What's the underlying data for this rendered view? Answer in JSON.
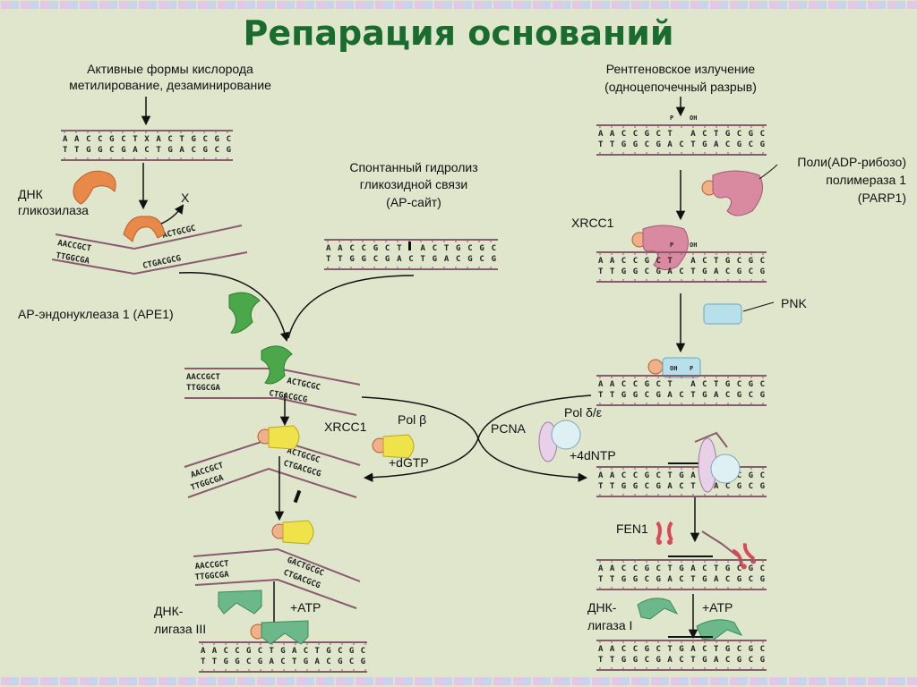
{
  "title": "Репарация оснований",
  "left": {
    "cause_line1": "Активные формы кислорода",
    "cause_line2": "метилирование, дезаминирование",
    "glycosylase_line1": "ДНК",
    "glycosylase_line2": "гликозилаза",
    "x_mark": "X",
    "hydrolysis_line1": "Спонтанный гидролиз",
    "hydrolysis_line2": "гликозидной связи",
    "hydrolysis_line3": "(AP-сайт)",
    "ape1": "AP-эндонуклеаза 1 (APE1)",
    "xrcc1": "XRCC1",
    "pol": "Pol β",
    "dgtp": "+dGTP",
    "ligase_line1": "ДНК-",
    "ligase_line2": "лигаза III",
    "atp": "+ATP"
  },
  "right": {
    "cause_line1": "Рентгеновское излучение",
    "cause_line2": "(одноцепочечный разрыв)",
    "parp_line1": "Поли(ADP-рибозо)",
    "parp_line2": "полимераза 1",
    "parp_line3": "(PARP1)",
    "xrcc1": "XRCC1",
    "pnk": "PNK",
    "pcna": "PCNA",
    "pol": "Pol δ/ε",
    "dntp": "+4dNTP",
    "fen1": "FEN1",
    "ligase_line1": "ДНК-",
    "ligase_line2": "лигаза I",
    "atp": "+ATP",
    "p": "P",
    "oh": "OH"
  },
  "seq": {
    "top_x": "AACCGCTXACTGCGC",
    "top_gap": "AACCGCT ACTGCGC",
    "top_full": "AACCGCTGACTGCGC",
    "bottom": "TTGGCGACTGACGCG"
  },
  "colors": {
    "title": "#1a6b2e",
    "background": "#dfe6cc",
    "dna_strand": "#8a5a6e",
    "glycosylase": "#e8894a",
    "ape1": "#4aa84a",
    "polb": "#efe24a",
    "parp": "#d98aa0",
    "pnk": "#b8e0ea",
    "ligase": "#6cb88a",
    "fen1": "#d84a5a"
  }
}
